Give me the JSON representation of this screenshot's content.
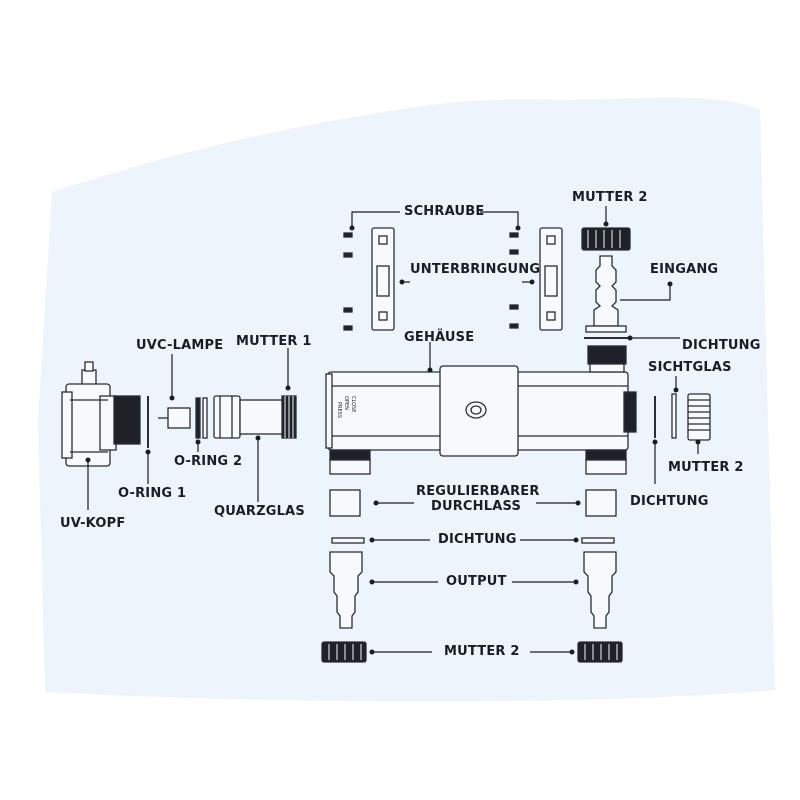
{
  "diagram": {
    "labels": {
      "schraube": "SCHRAUBE",
      "mutter2_top": "MUTTER 2",
      "unterbringung": "UNTERBRINGUNG",
      "eingang": "EINGANG",
      "uvc_lampe": "UVC-LAMPE",
      "mutter1": "MUTTER 1",
      "gehaeuse": "GEHÄUSE",
      "dichtung_top": "DICHTUNG",
      "sichtglas": "SICHTGLAS",
      "o_ring_2": "O-RING 2",
      "mutter2_right": "MUTTER 2",
      "o_ring_1": "O-RING 1",
      "regulierbarer_l1": "REGULIERBARER",
      "regulierbarer_l2": "DURCHLASS",
      "dichtung_right": "DICHTUNG",
      "quarzglas": "QUARZGLAS",
      "uv_kopf": "UV-KOPF",
      "dichtung_bottom": "DICHTUNG",
      "output": "OUTPUT",
      "mutter2_bottom": "MUTTER 2"
    },
    "housing_print": [
      "PRESS",
      "OPEN",
      "CLOSE"
    ],
    "colors": {
      "paper": "#eef4fb",
      "ink": "#1a1d24",
      "line": "#2a2d34",
      "part_fill": "#f7f9fc",
      "dark_fill": "#1e2128"
    }
  }
}
